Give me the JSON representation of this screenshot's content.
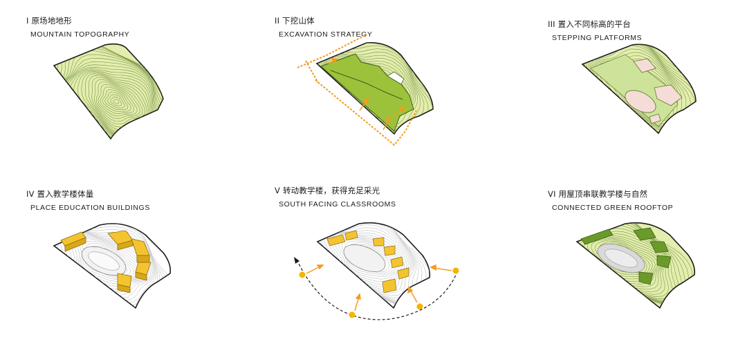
{
  "steps": [
    {
      "num": "I",
      "zh": "原场地地形",
      "en": "MOUNTAIN TOPOGRAPHY"
    },
    {
      "num": "II",
      "zh": "下挖山体",
      "en": "EXCAVATION STRATEGY"
    },
    {
      "num": "III",
      "zh": "置入不同标高的平台",
      "en": "STEPPING PLATFORMS"
    },
    {
      "num": "IV",
      "zh": "置入教学楼体量",
      "en": "PLACE EDUCATION BUILDINGS"
    },
    {
      "num": "V",
      "zh": "转动教学楼，获得充足采光",
      "en": "SOUTH FACING CLASSROOMS"
    },
    {
      "num": "VI",
      "zh": "用屋顶串联教学楼与自然",
      "en": "CONNECTED GREEN ROOFTOP"
    }
  ],
  "colors": {
    "contour_green": "#dfeaa8",
    "line_green": "#5c7a2a",
    "excavation_green": "#9cc23c",
    "platform_pink": "#f6dcd7",
    "building_yellow": "#f4c430",
    "arrow_orange": "#f39c1f",
    "sun": "#f4b400",
    "roof_green": "#6a9a2a",
    "outline": "#1a1a1a"
  }
}
